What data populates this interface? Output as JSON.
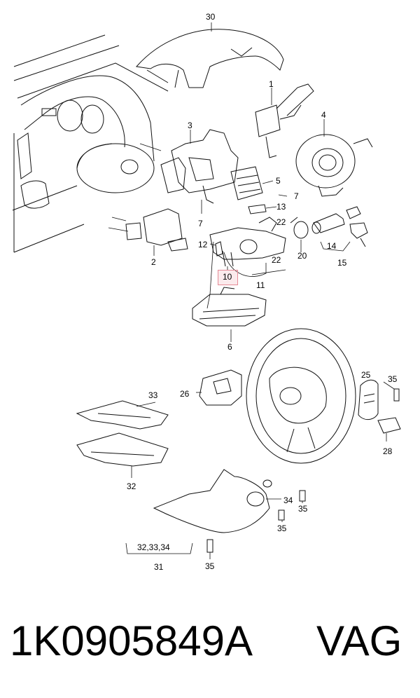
{
  "callouts": [
    {
      "key": "c30",
      "text": "30"
    },
    {
      "key": "c1",
      "text": "1"
    },
    {
      "key": "c3",
      "text": "3"
    },
    {
      "key": "c4",
      "text": "4"
    },
    {
      "key": "c5",
      "text": "5"
    },
    {
      "key": "c7a",
      "text": "7"
    },
    {
      "key": "c7b",
      "text": "7"
    },
    {
      "key": "c13",
      "text": "13"
    },
    {
      "key": "c22a",
      "text": "22"
    },
    {
      "key": "c12",
      "text": "12"
    },
    {
      "key": "c10",
      "text": "10"
    },
    {
      "key": "c22b",
      "text": "22"
    },
    {
      "key": "c11",
      "text": "11"
    },
    {
      "key": "c20",
      "text": "20"
    },
    {
      "key": "c14",
      "text": "14"
    },
    {
      "key": "c15",
      "text": "15"
    },
    {
      "key": "c2",
      "text": "2"
    },
    {
      "key": "c6",
      "text": "6"
    },
    {
      "key": "c25",
      "text": "25"
    },
    {
      "key": "c35a",
      "text": "35"
    },
    {
      "key": "c26",
      "text": "26"
    },
    {
      "key": "c33",
      "text": "33"
    },
    {
      "key": "c28",
      "text": "28"
    },
    {
      "key": "c32",
      "text": "32"
    },
    {
      "key": "c34",
      "text": "34"
    },
    {
      "key": "c35b",
      "text": "35"
    },
    {
      "key": "c35c",
      "text": "35"
    },
    {
      "key": "c323334",
      "text": "32,33,34"
    },
    {
      "key": "c31",
      "text": "31"
    },
    {
      "key": "c35d",
      "text": "35"
    }
  ],
  "caption": {
    "part_number": "1K0905849A",
    "brand": "VAG"
  }
}
